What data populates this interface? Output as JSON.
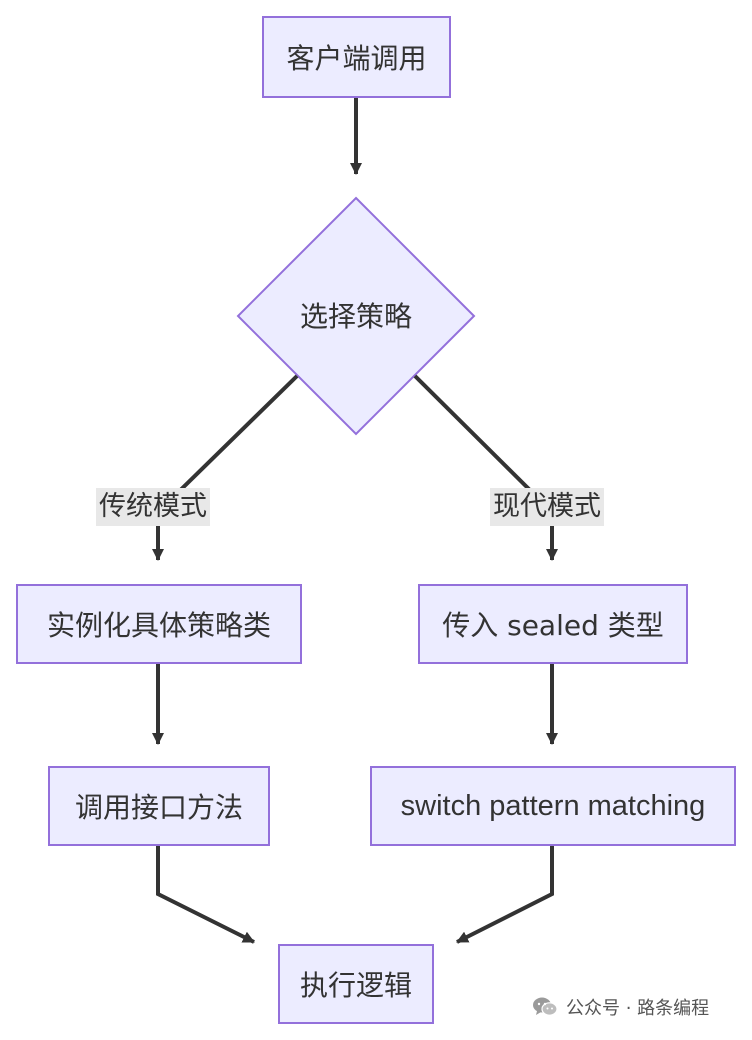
{
  "diagram": {
    "nodes": {
      "client_call": "客户端调用",
      "select_strategy": "选择策略",
      "instantiate": "实例化具体策略类",
      "call_interface": "调用接口方法",
      "pass_sealed": "传入 sealed 类型",
      "switch_matching": "switch pattern matching",
      "execute": "执行逻辑"
    },
    "edge_labels": {
      "traditional": "传统模式",
      "modern": "现代模式"
    },
    "colors": {
      "node_fill": "#ececff",
      "node_border": "#9370db",
      "edge": "#333333",
      "edge_label_bg": "#e8e8e8"
    }
  },
  "watermark": {
    "text": "公众号 · 路条编程",
    "icon": "wechat-icon"
  }
}
